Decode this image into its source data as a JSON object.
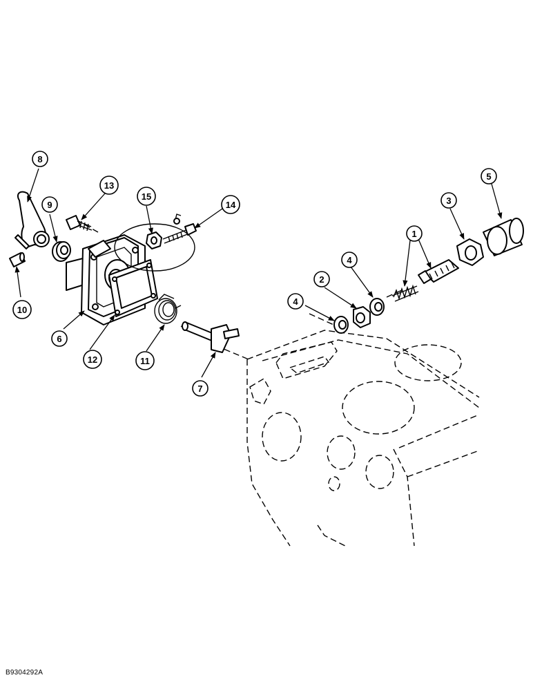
{
  "figure_code": "B9304292A",
  "callouts": {
    "c1": "1",
    "c2": "2",
    "c3": "3",
    "c4a": "4",
    "c4b": "4",
    "c5": "5",
    "c6": "6",
    "c7": "7",
    "c8": "8",
    "c9": "9",
    "c10": "10",
    "c11": "11",
    "c12": "12",
    "c13": "13",
    "c14": "14",
    "c15": "15"
  }
}
